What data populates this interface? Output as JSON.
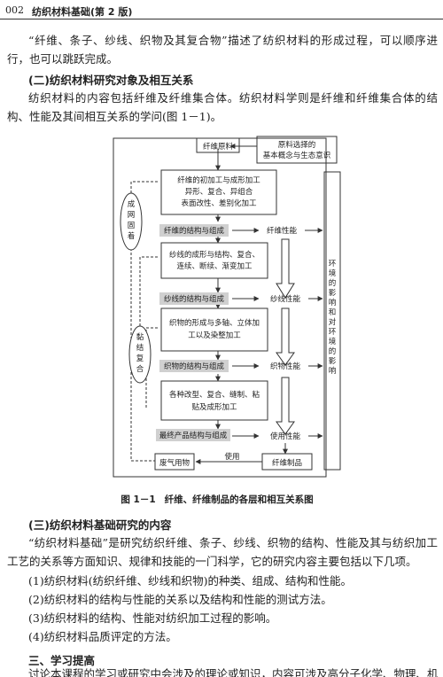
{
  "header": {
    "page_number": "002",
    "book_title": "纺织材料基础(第 2 版)"
  },
  "intro": "“纤维、条子、纱线、织物及其复合物”描述了纺织材料的形成过程，可以顺序进行，也可以跳跃完成。",
  "section2": {
    "heading": "(二)纺织材料研究对象及相互关系",
    "paragraph": "纺织材料的内容包括纤维及纤维集合体。纺织材料学则是纤维和纤维集合体的结构、性能及其间相互关系的学问(图 1－1)。"
  },
  "figure": {
    "fiber_raw": "纤维原料",
    "raw_choice": [
      "原料选择的",
      "基本概念与生态意识"
    ],
    "stage1": [
      "纤维的初加工与成形加工",
      "异形、复合、异组合",
      "表面改性、差别化加工"
    ],
    "fiber_structure": "纤维的结构与组成",
    "fiber_property": "纤维性能",
    "stage2": [
      "纱线的成形与结构、复合、",
      "连续、断续、渐变加工"
    ],
    "yarn_structure": "纱线的结构与组成",
    "yarn_property": "纱线性能",
    "stage3": [
      "织物的形成与多轴、立体加",
      "工以及染整加工"
    ],
    "fabric_structure": "织物的结构与组成",
    "fabric_property": "织物性能",
    "stage4": [
      "各种改型、复合、缝制、粘",
      "贴及成形加工"
    ],
    "final_structure": "最终产品结构与组成",
    "use_property": "使用性能",
    "waste": "废气用物",
    "usage": "使用",
    "fiber_product": "纤维制品",
    "left_top": [
      "成",
      "网",
      "固",
      "着"
    ],
    "left_bottom": [
      "黏",
      "结",
      "复",
      "合"
    ],
    "right_column": [
      "环",
      "境",
      "的",
      "影",
      "响",
      "和",
      "对",
      "环",
      "境",
      "的",
      "影",
      "响"
    ]
  },
  "caption": {
    "label": "图 1－1",
    "text": "纤维、纤维制品的各层和相互关系图"
  },
  "section3": {
    "heading": "(三)纺织材料基础研究的内容",
    "paragraph": "“纺织材料基础”是研究纺织纤维、条子、纱线、织物的结构、性能及其与纺织加工工艺的关系等方面知识、规律和技能的一门科学，它的研究内容主要包括以下几项。",
    "items": [
      "(1)纺织材料(纺织纤维、纱线和织物)的种类、组成、结构和性能。",
      "(2)纺织材料的结构与性能的关系以及结构和性能的测试方法。",
      "(3)纺织材料的结构、性能对纺织加工过程的影响。",
      "(4)纺织材料品质评定的方法。"
    ]
  },
  "section4": {
    "heading": "三、学习提高",
    "paragraph": "讨论本课程的学习或研究中会涉及的理论或知识，内容可涉及高分子化学、物理、机械、自"
  }
}
